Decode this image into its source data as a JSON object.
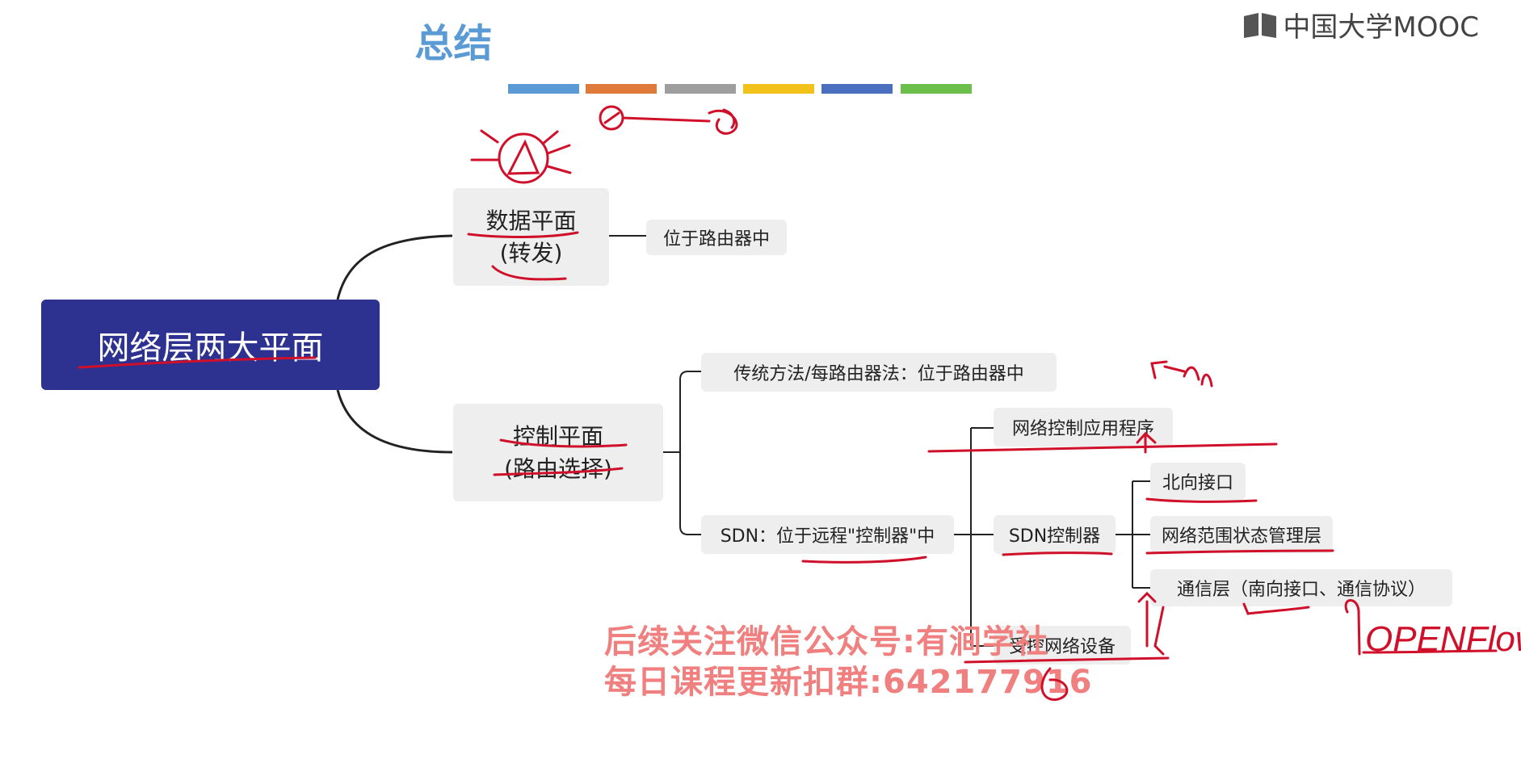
{
  "title": "总结",
  "logo": {
    "text": "中国大学MOOC"
  },
  "color_bar": {
    "colors": [
      "#5b9bd5",
      "#e07a3a",
      "#9e9e9e",
      "#f2c21b",
      "#4a6fbf",
      "#6cbf4a"
    ]
  },
  "mindmap": {
    "root": "网络层两大平面",
    "data_plane": {
      "line1": "数据平面",
      "line2": "(转发)",
      "child": "位于路由器中"
    },
    "control_plane": {
      "line1": "控制平面",
      "line2": "(路由选择)",
      "traditional": "传统方法/每路由器法：位于路由器中",
      "sdn": "SDN：位于远程\"控制器\"中",
      "sdn_children": {
        "app": "网络控制应用程序",
        "controller": "SDN控制器",
        "devices": "受控网络设备",
        "controller_children": {
          "northbound": "北向接口",
          "state": "网络范围状态管理层",
          "comm": "通信层（南向接口、通信协议）"
        }
      }
    }
  },
  "watermark": {
    "line1": "后续关注微信公众号:有涧学社",
    "line2": "每日课程更新扣群:642177916"
  },
  "annotations": {
    "openflow": "OPENFlow"
  }
}
